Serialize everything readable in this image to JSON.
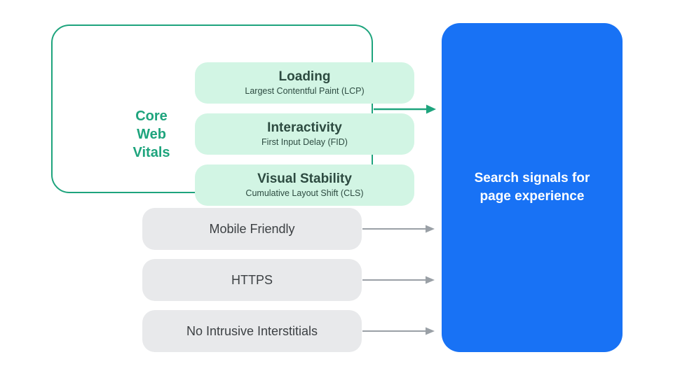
{
  "diagram": {
    "core_web_vitals": {
      "label": "Core Web Vitals",
      "vitals": [
        {
          "title": "Loading",
          "subtitle": "Largest Contentful Paint (LCP)"
        },
        {
          "title": "Interactivity",
          "subtitle": "First Input Delay (FID)"
        },
        {
          "title": "Visual Stability",
          "subtitle": "Cumulative Layout Shift (CLS)"
        }
      ]
    },
    "other_signals": [
      {
        "label": "Mobile Friendly"
      },
      {
        "label": "HTTPS"
      },
      {
        "label": "No Intrusive Interstitials"
      }
    ],
    "result": {
      "label": "Search signals for page experience"
    },
    "colors": {
      "green": "#1EA47D",
      "green_fill": "#D2F5E4",
      "green_text_dark": "#2D4B41",
      "gray_fill": "#E8E9EB",
      "gray_text": "#3C4043",
      "gray_arrow": "#9AA0A6",
      "blue": "#1872F5",
      "white": "#FFFFFF"
    }
  }
}
